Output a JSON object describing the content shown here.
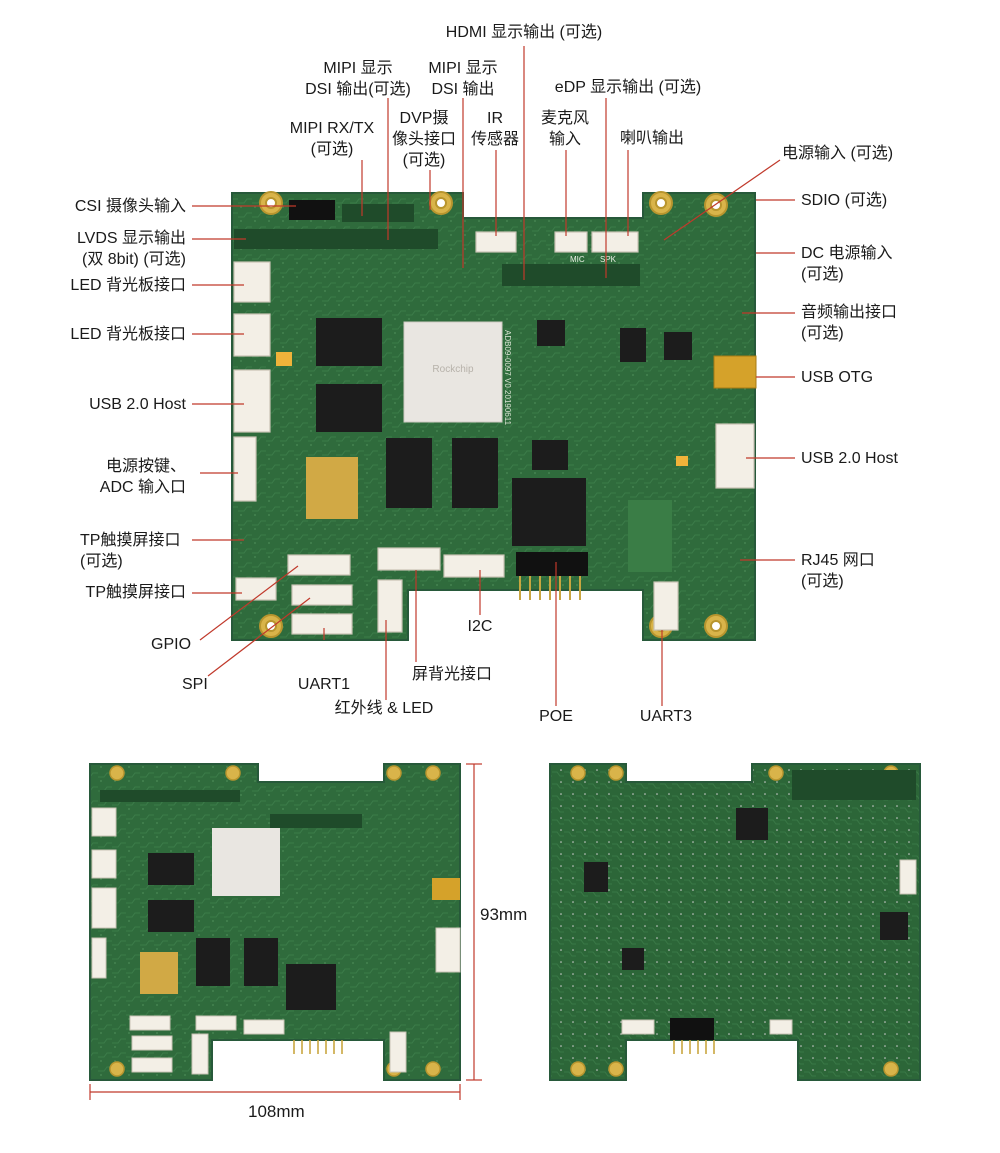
{
  "board_top": {
    "labels": {
      "hdmi": "HDMI 显示输出 (可选)",
      "mipi_dsi_opt": "MIPI 显示\nDSI 输出(可选)",
      "mipi_dsi": "MIPI 显示\nDSI 输出",
      "edp": "eDP 显示输出 (可选)",
      "mipi_rxtx": "MIPI RX/TX\n(可选)",
      "dvp": "DVP摄\n像头接口\n(可选)",
      "ir": "IR\n传感器",
      "mic": "麦克风\n输入",
      "speaker": "喇叭输出",
      "power_in_opt": "电源输入 (可选)",
      "csi": "CSI 摄像头输入",
      "sdio": "SDIO (可选)",
      "lvds": "LVDS 显示输出\n(双 8bit) (可选)",
      "dc_power": "DC 电源输入\n(可选)",
      "led_bl_1": "LED 背光板接口",
      "audio_out": "音频输出接口\n(可选)",
      "led_bl_2": "LED 背光板接口",
      "usb_otg": "USB OTG",
      "usb_host_left": "USB 2.0 Host",
      "usb_host_right": "USB 2.0 Host",
      "power_key_adc": "电源按键、\nADC 输入口",
      "tp_opt": "TP触摸屏接口\n(可选)",
      "rj45": "RJ45 网口\n(可选)",
      "tp": "TP触摸屏接口",
      "gpio": "GPIO",
      "i2c": "I2C",
      "spi": "SPI",
      "uart1": "UART1",
      "screen_bl": "屏背光接口",
      "ir_led": "红外线 & LED",
      "poe": "POE",
      "uart3": "UART3"
    },
    "chip_marks": {
      "soc_brand": "Rockchip",
      "board_model": "ADB09-0097 V0 20190611"
    },
    "silk": {
      "mic": "MIC",
      "spk": "SPK"
    }
  },
  "dimensions": {
    "height": "93mm",
    "width": "108mm"
  },
  "colors": {
    "pcb": "#2f6b3c",
    "pcb_edge": "#27593a",
    "leader": "#c0392b",
    "connector": "#f3efe6",
    "gold": "#d9b44a",
    "chip": "#1c1c1c",
    "soc_lid": "#e9e6e1"
  }
}
